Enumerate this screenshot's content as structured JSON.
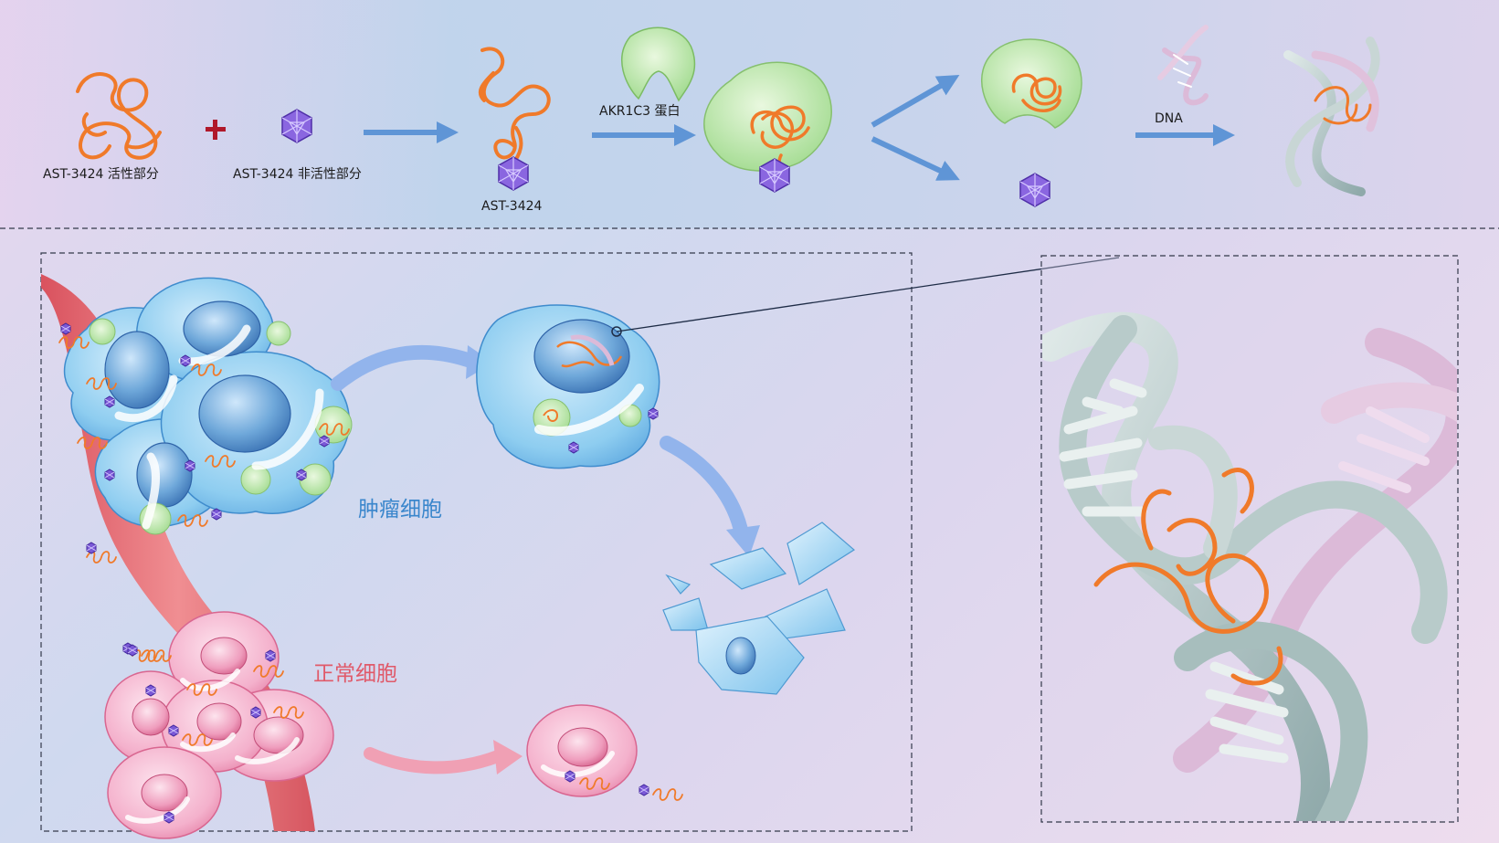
{
  "labels": {
    "active_part": "AST-3424 活性部分",
    "inactive_part": "AST-3424 非活性部分",
    "compound": "AST-3424",
    "protein": "AKR1C3 蛋白",
    "dna": "DNA",
    "tumor_cells": "肿瘤细胞",
    "normal_cells": "正常细胞"
  },
  "colors": {
    "orange_strand": "#f07a2a",
    "purple_cage": "#8a66e0",
    "protein_green": "#b7e3a2",
    "tumor_blue": "#7ec3ec",
    "normal_pink": "#f2a0c0",
    "vessel_red": "#e5707a",
    "arrow_blue": "#5f95d6",
    "dna_teal": "#a5bdbd",
    "dna_pink": "#dcbad8",
    "plus_red": "#b0182a",
    "tumor_label": "#3a86cc",
    "normal_label": "#e05a6a"
  }
}
